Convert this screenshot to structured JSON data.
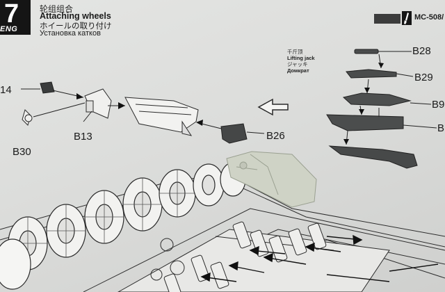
{
  "header": {
    "step_number": "7",
    "brand": "ENG",
    "title_cn": "轮组组合",
    "title_en": "Attaching wheels",
    "title_jp": "ホイールの取り付け",
    "title_ru": "Установка катков",
    "model_code": "MC-508/"
  },
  "jack_note": {
    "cn": "千斤顶",
    "en": "Lifting jack",
    "jp": "ジャッキ",
    "ru": "Домкрат"
  },
  "part_labels": {
    "b14": "14",
    "b13": "B13",
    "b30": "B30",
    "b26": "B26",
    "b28": "B28",
    "b29": "B29",
    "b9": "B9",
    "b_cut": "B"
  },
  "colors": {
    "page": "#dcdddb",
    "ink": "#1a1a1a",
    "part_gray": "#4a4c4c",
    "resin_tint": "#cfd3c6"
  }
}
